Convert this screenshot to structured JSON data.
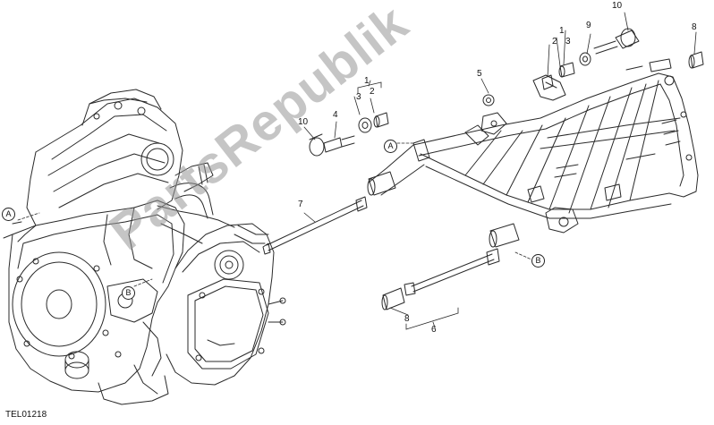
{
  "drawing_code": "TEL01218",
  "watermark_text": "PartsRepublik",
  "part_labels": {
    "p1_top": "1",
    "p2_top": "2",
    "p3_top": "3",
    "p9": "9",
    "p10_top": "10",
    "p8_top": "8",
    "p5": "5",
    "p1_mid": "1",
    "p2_mid": "2",
    "p3_mid": "3",
    "p4": "4",
    "p10_mid": "10",
    "p7": "7",
    "p8_bottom": "8",
    "p6": "6"
  },
  "reference_markers": {
    "a_left": "A",
    "b_left": "B",
    "a_mid": "A",
    "b_right": "B"
  },
  "colors": {
    "line": "#2a2a2a",
    "watermark": "#969696",
    "background": "#ffffff"
  }
}
